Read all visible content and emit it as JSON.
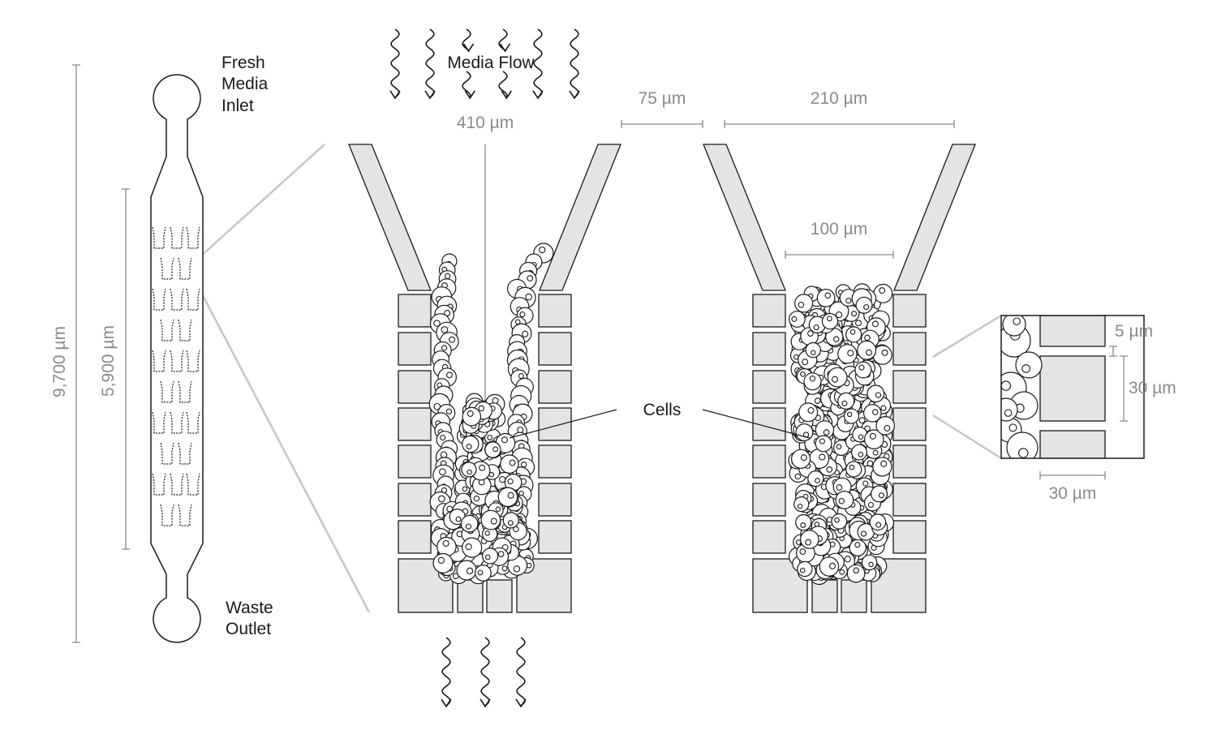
{
  "labels": {
    "inlet": [
      "Fresh",
      "Media",
      "Inlet"
    ],
    "outlet": [
      "Waste",
      "Outlet"
    ],
    "media_flow": "Media Flow",
    "cells": "Cells"
  },
  "dimensions": {
    "total_length": "9,700 µm",
    "array_length": "5,900 µm",
    "trap_depth": "410 µm",
    "gap_width": "75 µm",
    "trap_opening": "210 µm",
    "trap_width": "100 µm",
    "pillar_gap": "5 µm",
    "pillar_height": "30 µm",
    "pillar_width": "30 µm"
  },
  "colors": {
    "stroke": "#1a1a1a",
    "block_fill": "#e4e4e4",
    "dimension_gray": "#8a8a8a",
    "zoom_line": "#c6c6c6"
  }
}
